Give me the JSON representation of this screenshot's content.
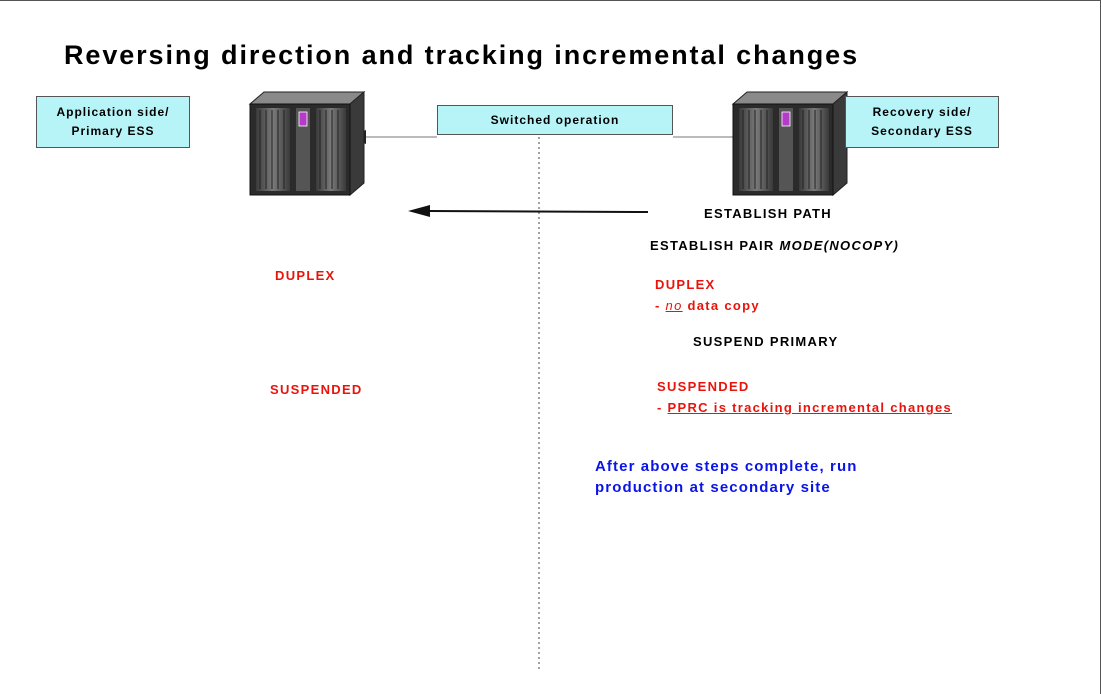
{
  "title": "Reversing direction and tracking incremental changes",
  "boxes": {
    "left_line1": "Application side/",
    "left_line2": "Primary ESS",
    "right_line1": "Recovery side/",
    "right_line2": "Secondary ESS",
    "middle": "Switched operation"
  },
  "right_steps": {
    "establish_path": "ESTABLISH PATH",
    "establish_pair": "ESTABLISH PAIR ",
    "establish_pair_mode": "MODE(NOCOPY)",
    "duplex": "DUPLEX",
    "duplex_note_prefix": "- ",
    "duplex_note_no": "no",
    "duplex_note_rest": " data copy",
    "suspend_primary": "SUSPEND PRIMARY",
    "suspended": "SUSPENDED",
    "suspended_note_prefix": "- ",
    "suspended_note": "PPRC is tracking incremental changes"
  },
  "left_states": {
    "duplex": "DUPLEX",
    "suspended": "SUSPENDED"
  },
  "footer_note_line1": "After above steps complete, run",
  "footer_note_line2": "production at secondary site",
  "colors": {
    "box_fill": "#b7f4f8",
    "state_red": "#e8140c",
    "note_blue": "#0a14e8"
  },
  "icons": {
    "left_server": "storage-server-icon",
    "right_server": "storage-server-icon"
  }
}
